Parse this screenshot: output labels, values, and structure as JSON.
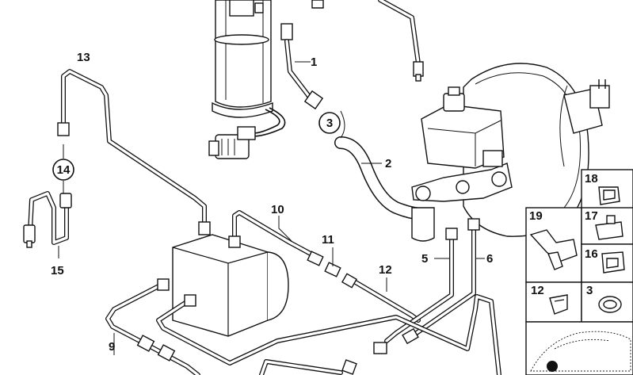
{
  "callouts": [
    {
      "id": "1",
      "label": "1"
    },
    {
      "id": "2",
      "label": "2"
    },
    {
      "id": "3",
      "label": "3",
      "circled": true
    },
    {
      "id": "5",
      "label": "5"
    },
    {
      "id": "6",
      "label": "6"
    },
    {
      "id": "9",
      "label": "9"
    },
    {
      "id": "10",
      "label": "10"
    },
    {
      "id": "11",
      "label": "11"
    },
    {
      "id": "12",
      "label": "12"
    },
    {
      "id": "13",
      "label": "13"
    },
    {
      "id": "14",
      "label": "14",
      "circled": true
    },
    {
      "id": "15",
      "label": "15"
    }
  ],
  "legend_panels": [
    {
      "id": "18",
      "label": "18"
    },
    {
      "id": "19",
      "label": "19"
    },
    {
      "id": "17",
      "label": "17"
    },
    {
      "id": "16",
      "label": "16"
    },
    {
      "id": "12b",
      "label": "12"
    },
    {
      "id": "3b",
      "label": "3"
    }
  ],
  "colors": {
    "ink": "#111111",
    "background": "#ffffff",
    "shade": "#555555"
  }
}
